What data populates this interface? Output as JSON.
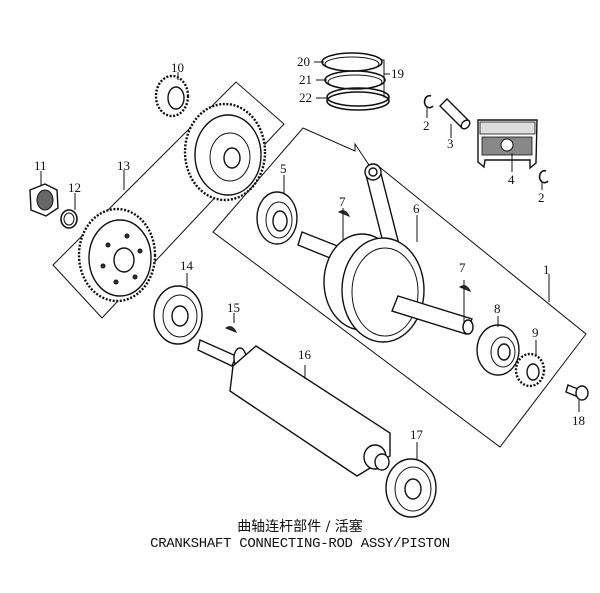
{
  "diagram": {
    "title_cn": "曲轴连杆部件 / 活塞",
    "title_en": "CRANKSHAFT CONNECTING-ROD ASSY/PISTON",
    "callouts": {
      "c1": "1",
      "c2a": "2",
      "c2b": "2",
      "c3": "3",
      "c4": "4",
      "c5": "5",
      "c6": "6",
      "c7a": "7",
      "c7b": "7",
      "c8": "8",
      "c9": "9",
      "c10": "10",
      "c11": "11",
      "c12": "12",
      "c13": "13",
      "c14": "14",
      "c15": "15",
      "c16": "16",
      "c17": "17",
      "c18": "18",
      "c19": "19",
      "c20": "20",
      "c21": "21",
      "c22": "22"
    },
    "parts": [
      {
        "id": "1",
        "name": "crankshaft-assembly"
      },
      {
        "id": "2",
        "name": "piston-pin-clip"
      },
      {
        "id": "3",
        "name": "piston-pin"
      },
      {
        "id": "4",
        "name": "piston"
      },
      {
        "id": "5",
        "name": "ball-bearing"
      },
      {
        "id": "6",
        "name": "crankshaft-connecting-rod"
      },
      {
        "id": "7",
        "name": "woodruff-key"
      },
      {
        "id": "8",
        "name": "ball-bearing"
      },
      {
        "id": "9",
        "name": "timing-sprocket"
      },
      {
        "id": "10",
        "name": "pinion-gear"
      },
      {
        "id": "11",
        "name": "lock-nut"
      },
      {
        "id": "12",
        "name": "washer"
      },
      {
        "id": "13",
        "name": "balancer-gear-set"
      },
      {
        "id": "14",
        "name": "ball-bearing"
      },
      {
        "id": "15",
        "name": "woodruff-key"
      },
      {
        "id": "16",
        "name": "balancer-shaft"
      },
      {
        "id": "17",
        "name": "ball-bearing"
      },
      {
        "id": "18",
        "name": "bolt"
      },
      {
        "id": "19",
        "name": "piston-ring-set"
      },
      {
        "id": "20",
        "name": "top-ring"
      },
      {
        "id": "21",
        "name": "second-ring"
      },
      {
        "id": "22",
        "name": "oil-ring"
      }
    ]
  }
}
